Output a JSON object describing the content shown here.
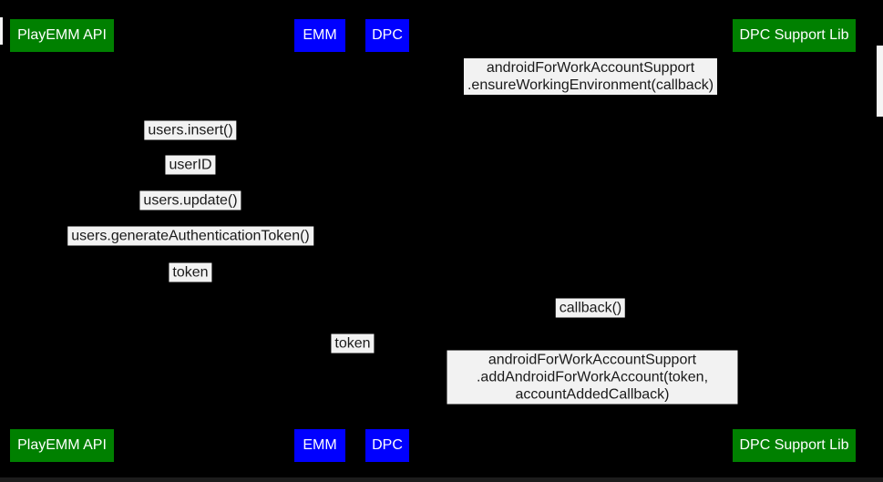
{
  "diagram": {
    "kind": "sequence-diagram",
    "background": "#000000",
    "label_background": "#f2f2f2",
    "label_text_color": "#1a1a1a",
    "actors": [
      {
        "label": "PlayEMM API",
        "color": "#008000"
      },
      {
        "label": "EMM",
        "color": "#0000ff"
      },
      {
        "label": "DPC",
        "color": "#0000ff"
      },
      {
        "label": "DPC Support Lib",
        "color": "#008000"
      }
    ],
    "messages": [
      {
        "text": "androidForWorkAccountSupport\n.ensureWorkingEnvironment(callback)"
      },
      {
        "text": "users.insert()"
      },
      {
        "text": "userID"
      },
      {
        "text": "users.update()"
      },
      {
        "text": "users.generateAuthenticationToken()"
      },
      {
        "text": "token"
      },
      {
        "text": "callback()"
      },
      {
        "text": "token"
      },
      {
        "text": "androidForWorkAccountSupport\n.addAndroidForWorkAccount(token, accountAddedCallback)"
      }
    ]
  }
}
